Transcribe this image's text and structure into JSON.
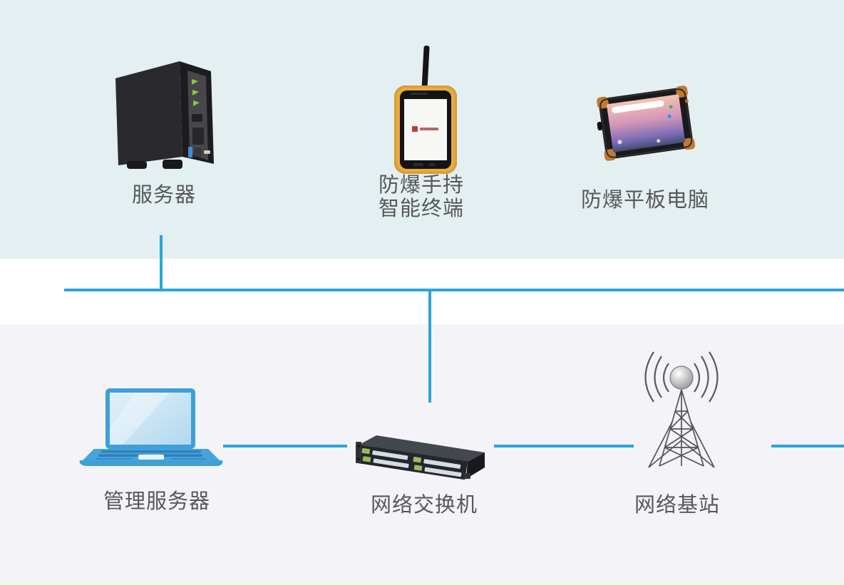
{
  "diagram": {
    "type": "network-topology",
    "colors": {
      "band_top": "#e4eff1",
      "band_middle": "#ffffff",
      "band_bottom": "#f3f3f8",
      "band_footer_strip": "#f5f6e2",
      "connector_line": "#29a5da",
      "label_text": "#57585a"
    },
    "top_row": [
      {
        "id": "server",
        "icon": "nas-server-icon",
        "label": "服务器"
      },
      {
        "id": "handheld-terminal",
        "icon": "rugged-handheld-icon",
        "label_lines": [
          "防爆手持",
          "智能终端"
        ]
      },
      {
        "id": "tablet",
        "icon": "rugged-tablet-icon",
        "label": "防爆平板电脑"
      }
    ],
    "bottom_row": [
      {
        "id": "management-server",
        "icon": "laptop-icon",
        "label": "管理服务器"
      },
      {
        "id": "network-switch",
        "icon": "rack-switch-icon",
        "label": "网络交换机"
      },
      {
        "id": "base-station",
        "icon": "radio-tower-icon",
        "label": "网络基站"
      }
    ],
    "connections": [
      {
        "from": "server",
        "to": "bus",
        "shape": "vertical-drop"
      },
      {
        "from": "bus",
        "to": "right-edge",
        "shape": "horizontal-bus"
      },
      {
        "from": "bus",
        "to": "network-switch",
        "shape": "vertical-drop"
      },
      {
        "from": "management-server",
        "to": "network-switch",
        "shape": "horizontal"
      },
      {
        "from": "network-switch",
        "to": "base-station",
        "shape": "horizontal"
      },
      {
        "from": "base-station",
        "to": "right-edge",
        "shape": "horizontal"
      }
    ]
  }
}
